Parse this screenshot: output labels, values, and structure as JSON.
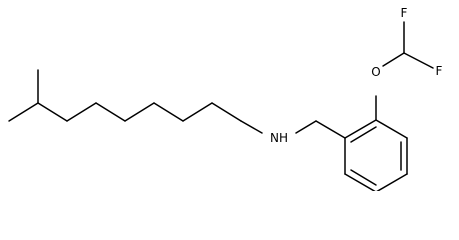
{
  "diagram": {
    "type": "skeletal-structure",
    "atom_labels": {
      "nitrogen": "NH",
      "oxygen": "O",
      "fluorine_top": "F",
      "fluorine_right": "F"
    },
    "colors": {
      "bond": "#000000",
      "background": "#ffffff"
    }
  }
}
